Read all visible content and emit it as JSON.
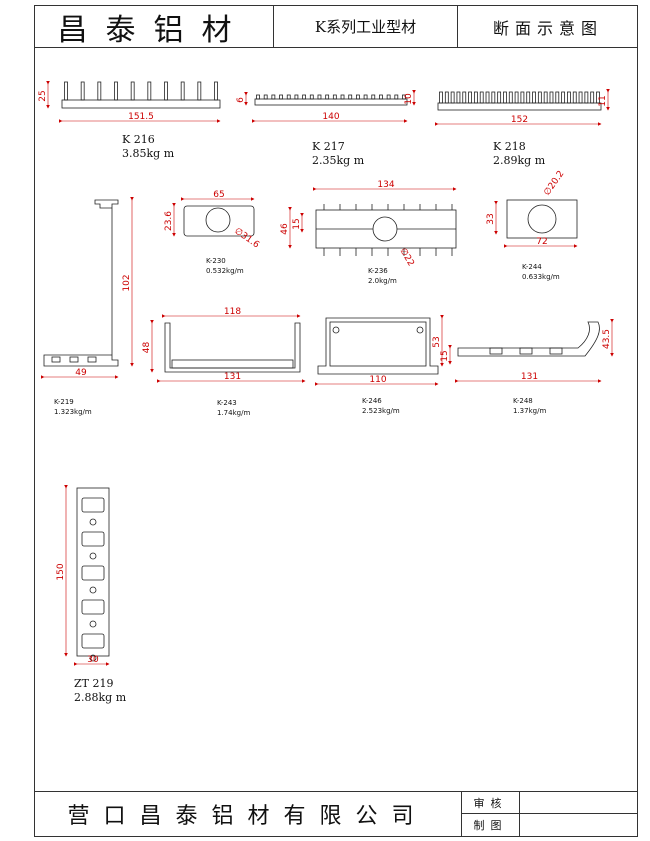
{
  "header": {
    "company": "昌泰铝材",
    "series": "K系列工业型材",
    "section": "断面示意图"
  },
  "footer": {
    "company": "营口昌泰铝材有限公司",
    "review": "审核",
    "drawing": "制图"
  },
  "profiles": [
    {
      "code": "K 216",
      "weight": "3.85kg m",
      "dims": [
        "25",
        "151.5"
      ]
    },
    {
      "code": "K 217",
      "weight": "2.35kg m",
      "dims": [
        "6",
        "10",
        "140"
      ]
    },
    {
      "code": "K 218",
      "weight": "2.89kg m",
      "dims": [
        "11",
        "152"
      ]
    },
    {
      "code": "K-219",
      "weight": "1.323kg/m",
      "dims": [
        "102",
        "49"
      ]
    },
    {
      "code": "K-230",
      "weight": "0.532kg/m",
      "dims": [
        "65",
        "23.6",
        "∅31.6"
      ]
    },
    {
      "code": "K-236",
      "weight": "2.0kg/m",
      "dims": [
        "134",
        "46",
        "15",
        "∅22"
      ]
    },
    {
      "code": "K-244",
      "weight": "0.633kg/m",
      "dims": [
        "∅20.2",
        "33",
        "72"
      ]
    },
    {
      "code": "K-243",
      "weight": "1.74kg/m",
      "dims": [
        "118",
        "48",
        "131"
      ]
    },
    {
      "code": "K-246",
      "weight": "2.523kg/m",
      "dims": [
        "53",
        "110"
      ]
    },
    {
      "code": "K-248",
      "weight": "1.37kg/m",
      "dims": [
        "43.5",
        "15",
        "131"
      ]
    },
    {
      "code": "ZT 219",
      "weight": "2.88kg m",
      "dims": [
        "150",
        "30"
      ]
    }
  ]
}
